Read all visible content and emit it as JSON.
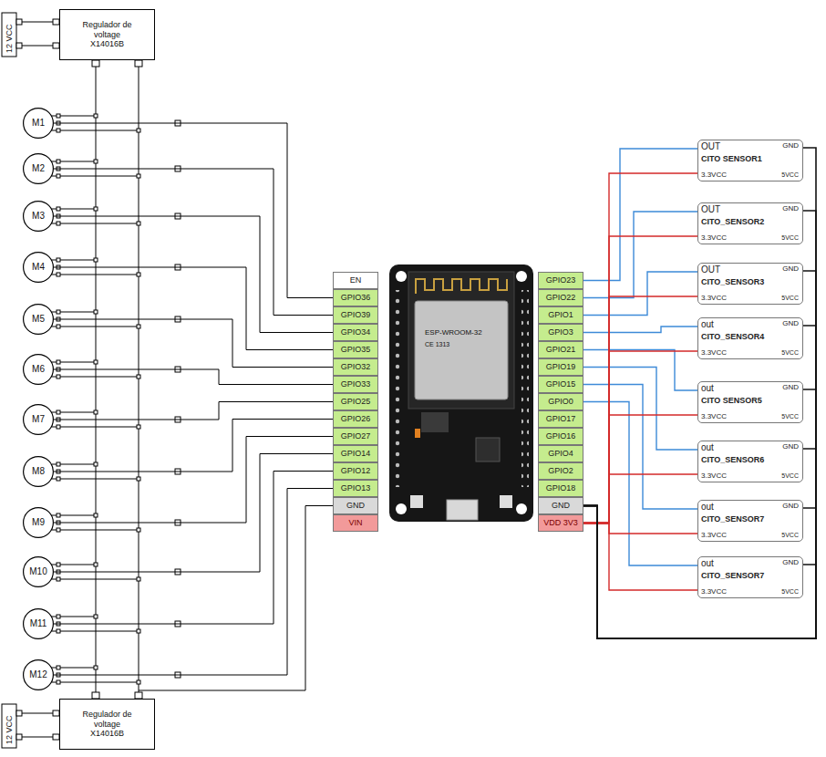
{
  "diagram": {
    "nodes": [
      {
        "text": [
          "Regulador de voltage X14016B"
        ]
      },
      {
        "text": [
          "M1"
        ]
      },
      {
        "text": [
          "M2"
        ]
      },
      {
        "text": [
          "M3"
        ]
      },
      {
        "text": [
          "M4"
        ]
      },
      {
        "text": [
          "M5"
        ]
      },
      {
        "text": [
          "M6"
        ]
      },
      {
        "text": [
          "M7"
        ]
      },
      {
        "text": [
          "M8"
        ]
      },
      {
        "text": [
          "M9"
        ]
      },
      {
        "text": [
          "M10"
        ]
      },
      {
        "text": [
          "M11"
        ]
      },
      {
        "text": [
          "M12"
        ]
      },
      {
        "text": [
          "Regulador de voltage X14016B"
        ]
      },
      {
        "text": [
          "EN"
        ]
      },
      {
        "text": [
          "GPIO36"
        ]
      },
      {
        "text": [
          "GPIO39"
        ]
      },
      {
        "text": [
          "GPIO34"
        ]
      },
      {
        "text": [
          "GPIO35"
        ]
      },
      {
        "text": [
          "GPIO32"
        ]
      },
      {
        "text": [
          "GPIO33"
        ]
      },
      {
        "text": [
          "GPIO25"
        ]
      },
      {
        "text": [
          "GPIO26"
        ]
      },
      {
        "text": [
          "GPIO27"
        ]
      },
      {
        "text": [
          "GPIO14"
        ]
      },
      {
        "text": [
          "GPIO12"
        ]
      },
      {
        "text": [
          "GPIO13"
        ]
      },
      {
        "text": [
          "GND"
        ]
      },
      {
        "text": [
          "VIN"
        ]
      },
      {
        "text": [
          "GPIO23"
        ]
      },
      {
        "text": [
          "GPIO22"
        ]
      },
      {
        "text": [
          "GPIO1"
        ]
      },
      {
        "text": [
          "GPIO3"
        ]
      },
      {
        "text": [
          "GPIO21"
        ]
      },
      {
        "text": [
          "GPIO19"
        ]
      },
      {
        "text": [
          "GPIO15"
        ]
      },
      {
        "text": [
          "GPIO0"
        ]
      },
      {
        "text": [
          "GPIO17"
        ]
      },
      {
        "text": [
          "GPIO16"
        ]
      },
      {
        "text": [
          "GPIO4"
        ]
      },
      {
        "text": [
          "GPIO2"
        ]
      },
      {
        "text": [
          "GPIO18"
        ]
      },
      {
        "text": [
          "GND"
        ]
      },
      {
        "text": [
          "VDD 3V3"
        ]
      },
      {
        "text": [
          "OUT",
          "GND",
          "CITO SENSOR1",
          "3.3VCC",
          "5VCC"
        ]
      },
      {
        "text": [
          "OUT",
          "GND",
          "CITO_SENSOR2",
          "3.3VCC",
          "5VCC"
        ]
      },
      {
        "text": [
          "OUT",
          "GND",
          "CITO_SENSOR3",
          "3.3VCC",
          "5VCC"
        ]
      },
      {
        "text": [
          "out",
          "GND",
          "CITO_SENSOR4",
          "3.3VCC",
          "5VCC"
        ]
      },
      {
        "text": [
          "out",
          "GND",
          "CITO SENSOR5",
          "3.3VCC",
          "5VCC"
        ]
      },
      {
        "text": [
          "out",
          "GND",
          "CITO_SENSOR6",
          "3.3VCC",
          "5VCC"
        ]
      },
      {
        "text": [
          "out",
          "GND",
          "CITO_SENSOR7",
          "3.3VCC",
          "5VCC"
        ]
      },
      {
        "text": [
          "out",
          "GND",
          "CITO_SENSOR7",
          "3.3VCC",
          "5VCC"
        ]
      }
    ],
    "edges": [
      {
        "from": 1,
        "to": 15,
        "arrow": "none"
      },
      {
        "from": 2,
        "to": 16,
        "arrow": "none"
      },
      {
        "from": 3,
        "to": 17,
        "arrow": "none"
      },
      {
        "from": 4,
        "to": 18,
        "arrow": "none"
      },
      {
        "from": 5,
        "to": 19,
        "arrow": "none"
      },
      {
        "from": 6,
        "to": 20,
        "arrow": "none"
      },
      {
        "from": 7,
        "to": 21,
        "arrow": "none"
      },
      {
        "from": 8,
        "to": 22,
        "arrow": "none"
      },
      {
        "from": 9,
        "to": 23,
        "arrow": "none"
      },
      {
        "from": 10,
        "to": 24,
        "arrow": "none"
      },
      {
        "from": 11,
        "to": 25,
        "arrow": "none"
      },
      {
        "from": 12,
        "to": 26,
        "arrow": "none"
      },
      {
        "from": 44,
        "to": 29,
        "arrow": "none"
      },
      {
        "from": 45,
        "to": 30,
        "arrow": "none"
      },
      {
        "from": 46,
        "to": 31,
        "arrow": "none"
      },
      {
        "from": 47,
        "to": 32,
        "arrow": "none"
      },
      {
        "from": 48,
        "to": 33,
        "arrow": "none"
      },
      {
        "from": 49,
        "to": 34,
        "arrow": "none"
      },
      {
        "from": 50,
        "to": 35,
        "arrow": "none"
      },
      {
        "from": 51,
        "to": 36,
        "arrow": "none"
      },
      {
        "from": 44,
        "to": 43,
        "arrow": "none"
      },
      {
        "from": 45,
        "to": 43,
        "arrow": "none"
      },
      {
        "from": 46,
        "to": 43,
        "arrow": "none"
      },
      {
        "from": 47,
        "to": 43,
        "arrow": "none"
      },
      {
        "from": 48,
        "to": 43,
        "arrow": "none"
      },
      {
        "from": 49,
        "to": 43,
        "arrow": "none"
      },
      {
        "from": 50,
        "to": 43,
        "arrow": "none"
      },
      {
        "from": 51,
        "to": 43,
        "arrow": "none"
      },
      {
        "from": 44,
        "to": 42,
        "arrow": "none"
      },
      {
        "from": 45,
        "to": 42,
        "arrow": "none"
      },
      {
        "from": 46,
        "to": 42,
        "arrow": "none"
      },
      {
        "from": 47,
        "to": 42,
        "arrow": "none"
      },
      {
        "from": 48,
        "to": 42,
        "arrow": "none"
      },
      {
        "from": 49,
        "to": 42,
        "arrow": "none"
      },
      {
        "from": 50,
        "to": 42,
        "arrow": "none"
      },
      {
        "from": 51,
        "to": 42,
        "arrow": "none"
      }
    ],
    "labels": [
      "12 VCC",
      "12 VCC",
      "ESP-WROOM-32",
      "CE 1313"
    ]
  }
}
